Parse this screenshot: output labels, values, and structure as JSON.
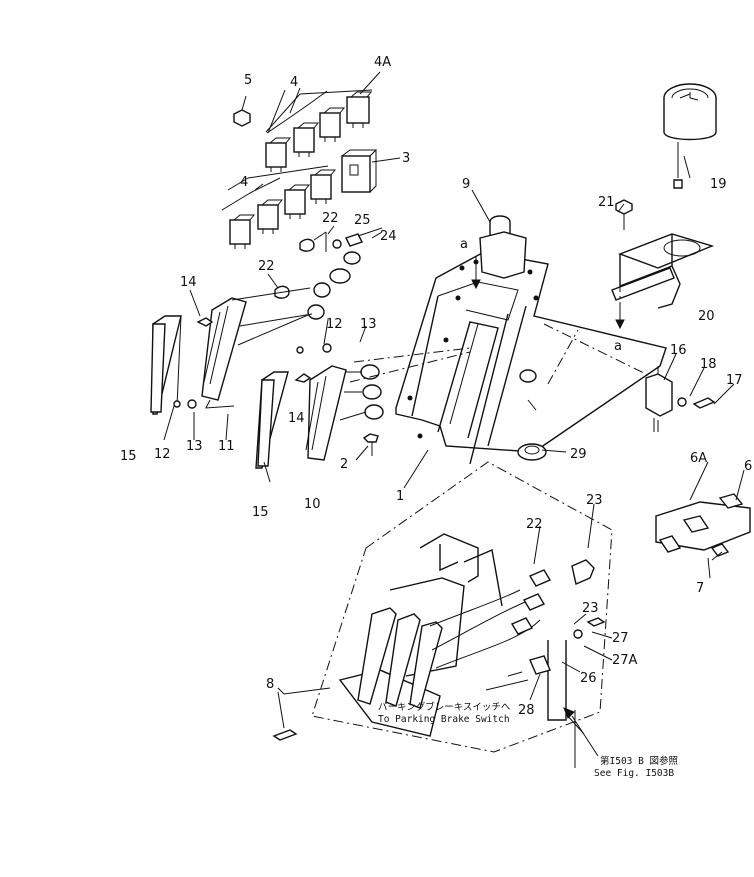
{
  "callouts": {
    "p1": "1",
    "p2": "2",
    "p3": "3",
    "p4_top": "4",
    "p4_mid": "4",
    "p4a": "4A",
    "p5": "5",
    "p6": "6",
    "p6a": "6A",
    "p7": "7",
    "p8": "8",
    "p9": "9",
    "p10": "10",
    "p11": "11",
    "p12_a": "12",
    "p12_b": "12",
    "p13_a": "13",
    "p13_b": "13",
    "p14_a": "14",
    "p14_b": "14",
    "p15_a": "15",
    "p15_b": "15",
    "p16": "16",
    "p17": "17",
    "p18": "18",
    "p19": "19",
    "p20": "20",
    "p21": "21",
    "p22_a": "22",
    "p22_b": "22",
    "p22_c": "22",
    "p23_a": "23",
    "p23_b": "23",
    "p24": "24",
    "p25": "25",
    "p26": "26",
    "p27": "27",
    "p27a": "27A",
    "p28": "28",
    "p29": "29",
    "ref_a1": "a",
    "ref_a2": "a"
  },
  "notes": {
    "parking_jp": "パーキングブレーキスイッチへ",
    "parking_en": "To Parking Brake Switch",
    "fig_jp": "第I503 B 図参照",
    "fig_en": "See Fig. I503B"
  }
}
